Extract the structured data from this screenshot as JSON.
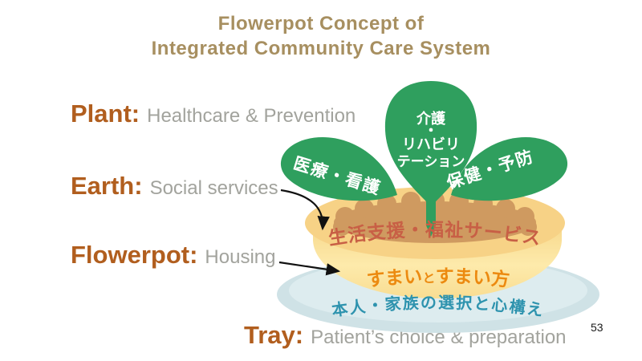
{
  "slide": {
    "title_line1": "Flowerpot Concept of",
    "title_line2": "Integrated Community Care System",
    "page_number": "53"
  },
  "labels": {
    "plant": {
      "term": "Plant:",
      "desc": "Healthcare & Prevention"
    },
    "earth": {
      "term": "Earth:",
      "desc": "Social services"
    },
    "flowerpot": {
      "term": "Flowerpot:",
      "desc": "Housing"
    },
    "tray": {
      "term": "Tray:",
      "desc": "Patient’s choice & preparation"
    }
  },
  "diagram": {
    "leaf_left_text": "医療・看護",
    "leaf_center_lines": [
      "介護",
      "・",
      "リハビリ",
      "テーション"
    ],
    "leaf_right_text": "保健・予防",
    "soil_text": "生活支援・福祉サービス",
    "pot_text_parts": [
      "すまい",
      "と",
      "すまい方"
    ],
    "tray_text": "本人・家族の選択と心構え"
  },
  "colors": {
    "leaf_green": "#2f9f5e",
    "leaf_text": "#ffffff",
    "rim_yellow": "#f7d286",
    "pot_body_top": "#f7d88c",
    "pot_body_bottom": "#fdeaab",
    "pot_body_edge": "#f9dd92",
    "soil_brown": "#cf9a60",
    "soil_text_color": "#c85f45",
    "pot_text_color": "#ec8a10",
    "tray_blue": "#cfe2e6",
    "tray_inner": "#ddecef",
    "tray_text_color": "#2e93ae",
    "arrow_color": "#111111"
  }
}
